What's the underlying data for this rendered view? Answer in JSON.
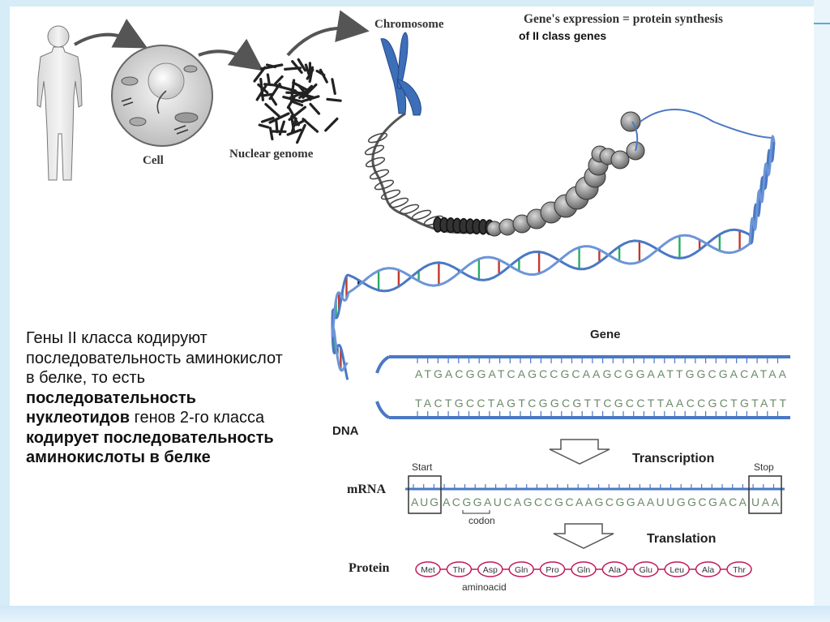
{
  "labels": {
    "cell": "Cell",
    "nuclear_genome": "Nuclear genome",
    "chromosome": "Chromosome",
    "gene_expression": "Gene's expression = protein synthesis",
    "gene_expression_sub": "of II class genes",
    "gene": "Gene",
    "dna": "DNA",
    "transcription": "Transcription",
    "translation": "Translation",
    "start": "Start",
    "stop": "Stop",
    "mrna": "mRNA",
    "codon": "codon",
    "protein": "Protein",
    "aminoacid": "aminoacid"
  },
  "sequences": {
    "dna_top": "ATGACGGATCAGCCGCAAGCGGAATTGGCGACATAA",
    "dna_bottom": "TACTGCCTAGTCGGCGTTCGCCTTAACCGCTGTATT",
    "mrna": [
      "AUG",
      "ACGGAUCAGCCGCAAGCGGAAUUGGCGACA",
      "UAA"
    ]
  },
  "amino_acids": [
    "Met",
    "Thr",
    "Asp",
    "Gln",
    "Pro",
    "Gln",
    "Ala",
    "Glu",
    "Leu",
    "Ala",
    "Thr"
  ],
  "text": {
    "p1": "Гены II класса кодируют последовательность аминокислот в белке, то есть ",
    "p1_bold": "последовательность нуклеотидов",
    "p2": " генов 2-го класса ",
    "p2_bold": "кодирует последовательность аминокислоты в белке"
  },
  "colors": {
    "strand": "#4a78c4",
    "chromosome": "#3c6fb7",
    "nucleotide_text": "#6a8a6a"
  }
}
